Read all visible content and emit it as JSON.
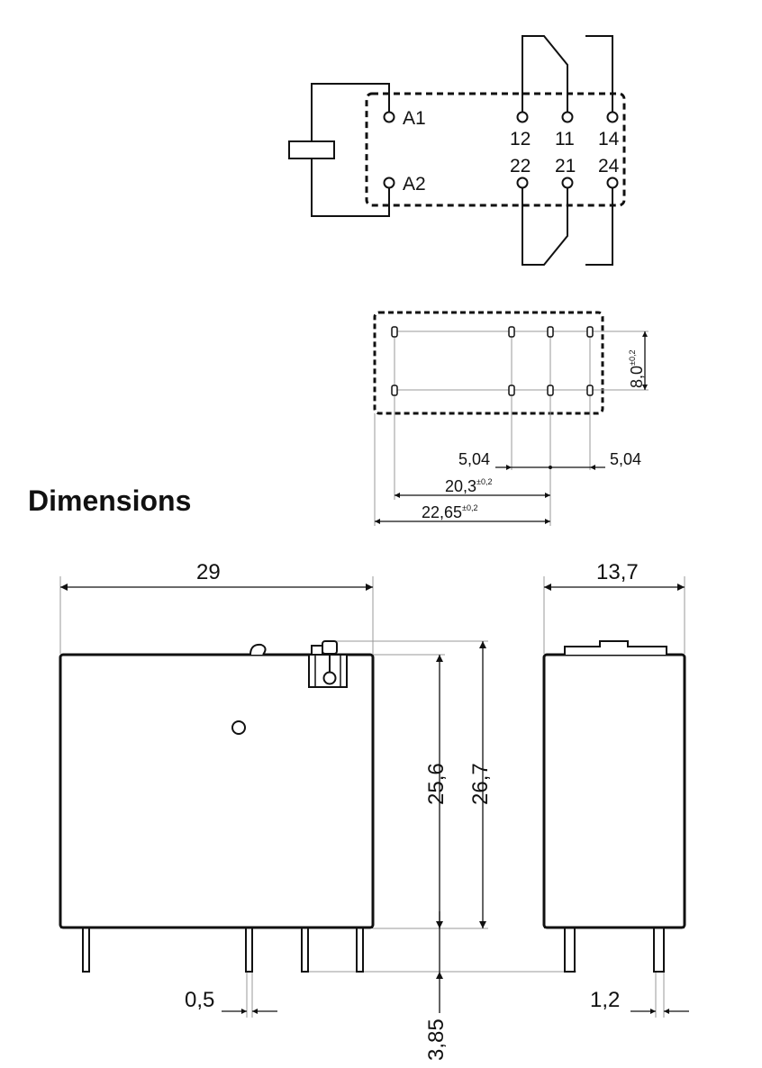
{
  "title": "Dimensions",
  "schematic": {
    "coil_terminals": [
      "A1",
      "A2"
    ],
    "contact_row_top": [
      "12",
      "11",
      "14"
    ],
    "contact_row_bottom": [
      "22",
      "21",
      "24"
    ]
  },
  "footprint": {
    "row_pitch": "8,0",
    "row_pitch_tol": "±0,2",
    "pitch_left": "5,04",
    "pitch_right": "5,04",
    "span_inner": "20,3",
    "span_inner_tol": "±0,2",
    "span_outer": "22,65",
    "span_outer_tol": "±0,2"
  },
  "front_view": {
    "width": "29",
    "height_body": "25,6",
    "height_total": "26,7",
    "pin_width": "0,5",
    "pin_length": "3,85"
  },
  "side_view": {
    "depth": "13,7",
    "pin_width": "1,2"
  }
}
